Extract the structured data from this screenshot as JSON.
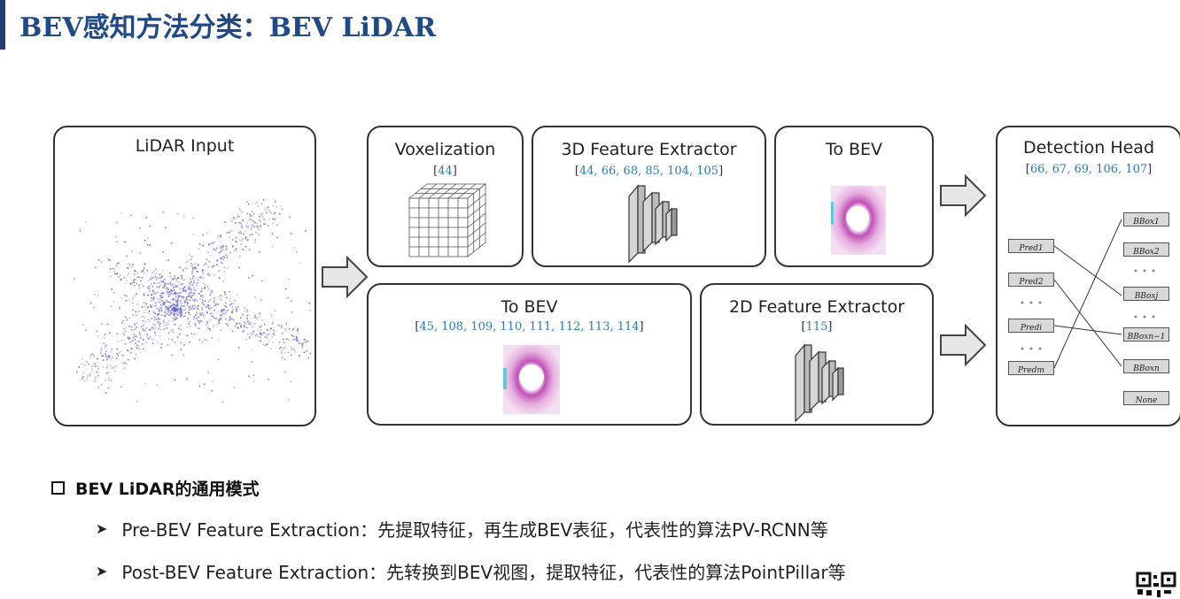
{
  "title": "BEV感知方法分类：BEV LiDAR",
  "lidar_input": {
    "title": "LiDAR Input"
  },
  "voxelization": {
    "title": "Voxelization",
    "refs": "44"
  },
  "feature3d": {
    "title": "3D Feature Extractor",
    "refs": "44, 66, 68, 85, 104, 105"
  },
  "to_bev_top": {
    "title": "To BEV"
  },
  "to_bev_bottom": {
    "title": "To BEV",
    "refs": "45, 108, 109, 110, 111, 112, 113, 114"
  },
  "feature2d": {
    "title": "2D Feature Extractor",
    "refs": "115"
  },
  "detection_head": {
    "title": "Detection Head",
    "refs": "66, 67, 69, 106, 107",
    "preds": [
      "Pred1",
      "Pred2",
      "Predi",
      "Predm"
    ],
    "bboxes": [
      "BBox1",
      "BBox2",
      "BBoxj",
      "BBoxn−1",
      "BBoxn",
      "None"
    ]
  },
  "bullets": {
    "heading": "BEV LiDAR的通用模式",
    "items": [
      "Pre-BEV Feature Extraction：先提取特征，再生成BEV表征，代表性的算法PV-RCNN等",
      "Post-BEV Feature Extraction：先转换到BEV视图，提取特征，代表性的算法PointPillar等"
    ]
  },
  "colors": {
    "title": "#1f4a86",
    "refs": "#2a7ab8",
    "points": "#6a6ad0",
    "bev": "#d070c8"
  }
}
